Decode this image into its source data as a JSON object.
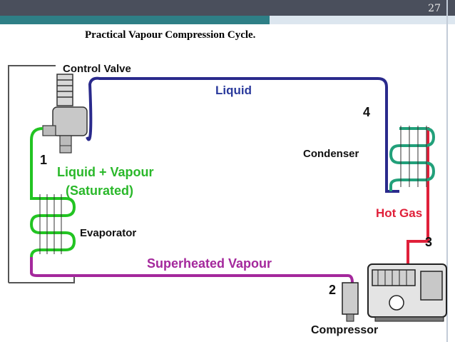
{
  "slide": {
    "page_number": "27",
    "title": "Practical Vapour Compression Cycle."
  },
  "diagram": {
    "labels": {
      "control_valve": "Control Valve",
      "liquid": "Liquid",
      "liquid_vapour": "Liquid + Vapour",
      "saturated": "(Saturated)",
      "evaporator": "Evaporator",
      "superheated_vapour": "Superheated Vapour",
      "condenser": "Condenser",
      "hot_gas": "Hot Gas",
      "compressor": "Compressor"
    },
    "points": {
      "p1": "1",
      "p2": "2",
      "p3": "3",
      "p4": "4"
    },
    "colors": {
      "liquid_line": "#2a2a8c",
      "mixture_line": "#22c422",
      "superheated_line": "#a4289c",
      "hot_gas_line": "#e0203a",
      "liquid_text": "#2a3a9c",
      "mixture_text": "#2ab82a",
      "superheated_text": "#a4289c",
      "hot_gas_text": "#e0203a"
    }
  }
}
